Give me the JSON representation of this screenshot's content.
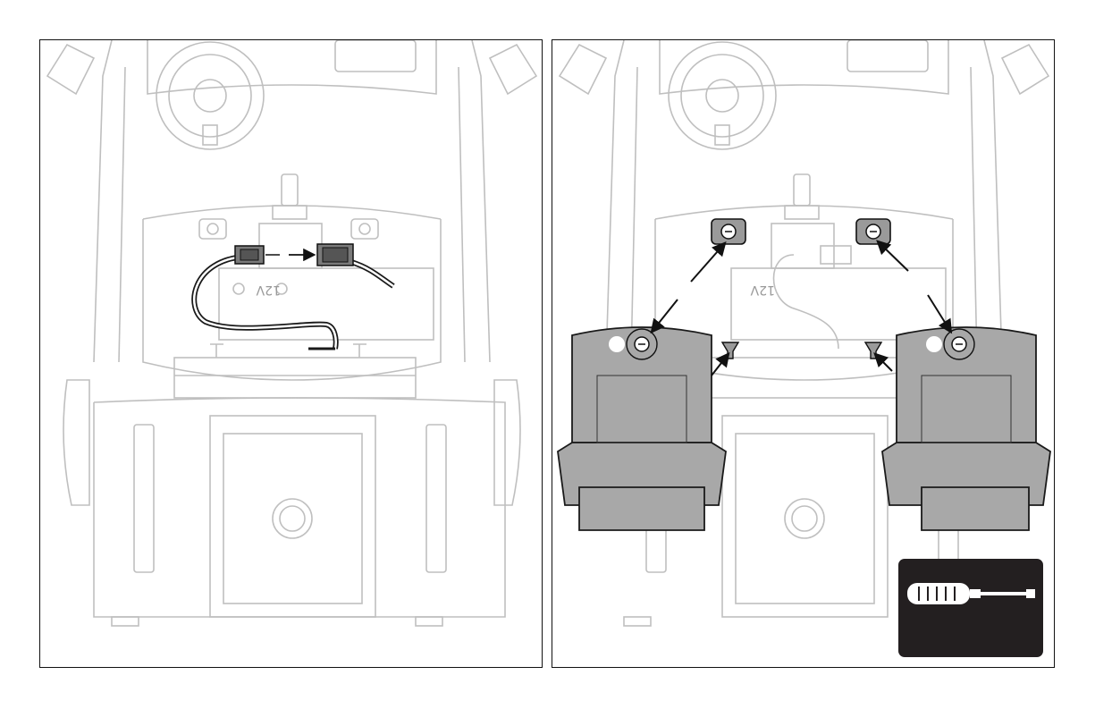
{
  "panels": [
    {
      "id": "left",
      "step": "connect-wire-harness",
      "battery_label": "12V",
      "colors": {
        "ghost": "#bfbfbf",
        "wire": "#1a1a1a",
        "plug_fill": "#7a7a7a",
        "arrow": "#111111"
      }
    },
    {
      "id": "right",
      "step": "attach-seats",
      "battery_label": "12V",
      "colors": {
        "ghost": "#bfbfbf",
        "seat_fill": "#a8a8a8",
        "seat_stroke": "#1a1a1a",
        "knob_fill": "#9a9a9a",
        "tool_card_bg": "#231f20",
        "arrow": "#111111"
      },
      "tool_icon": "screwdriver-icon",
      "seat_count": 2
    }
  ],
  "icons": [
    "steering-wheel-icon",
    "battery-icon",
    "connector-plug-icon",
    "seat-icon",
    "screwdriver-icon",
    "arrow-icon"
  ]
}
